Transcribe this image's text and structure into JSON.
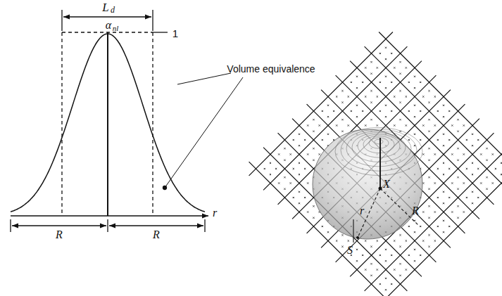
{
  "diagram": {
    "labels": [
      "L",
      "d",
      "α",
      "nl",
      "1",
      "Volume equivalence",
      "R",
      "R",
      "r",
      "X",
      "S",
      "r",
      "R"
    ]
  }
}
